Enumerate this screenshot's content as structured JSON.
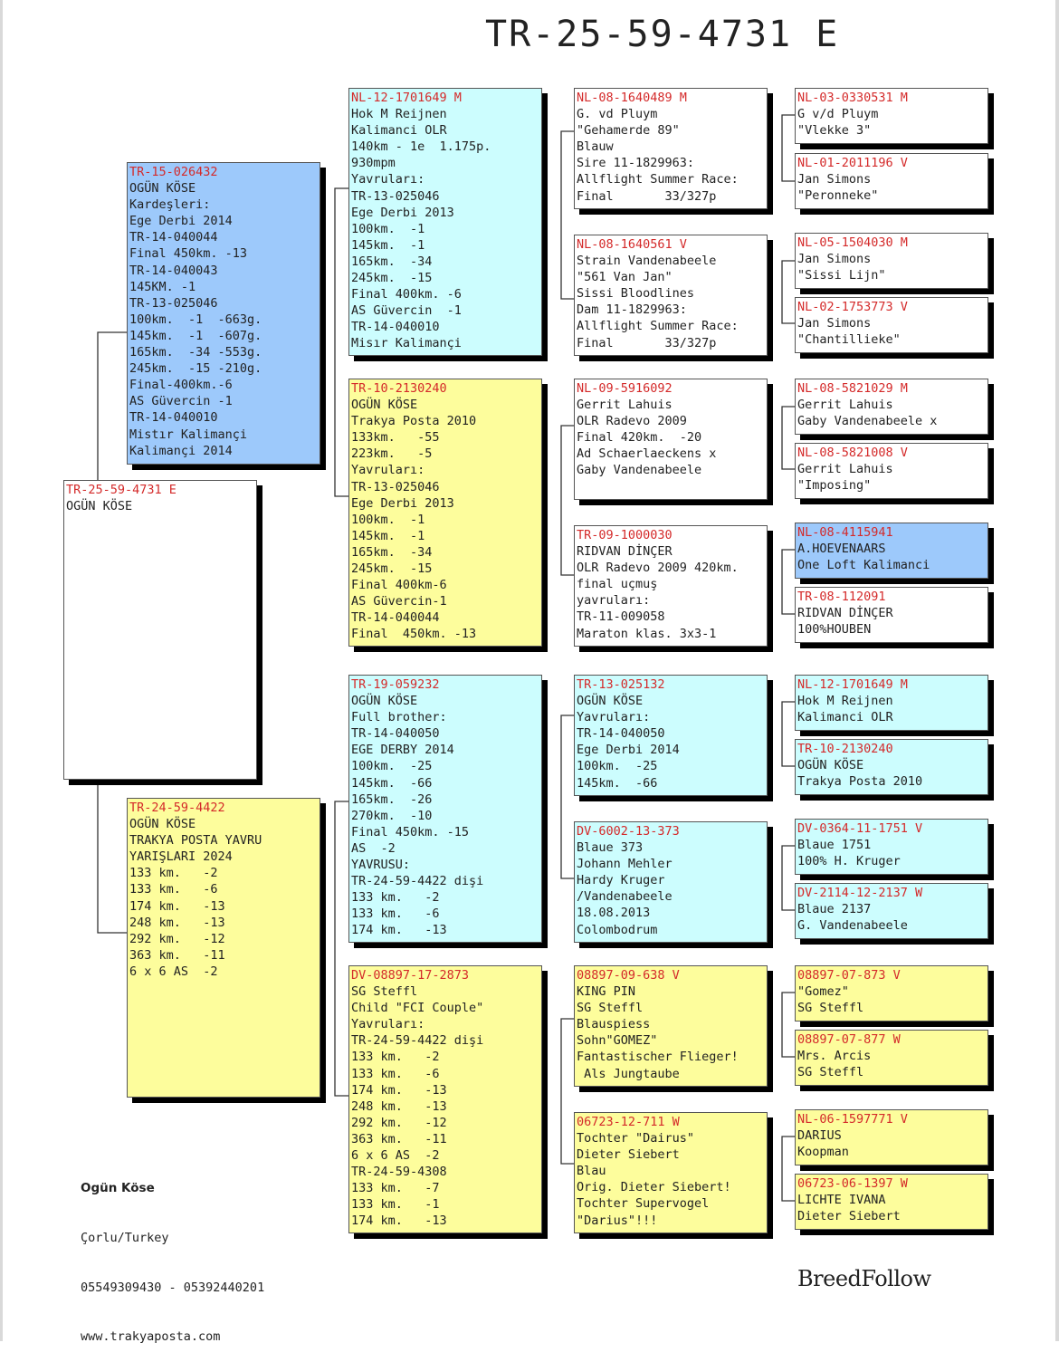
{
  "header": {
    "title": "TR-25-59-4731 E"
  },
  "subject": {
    "lines": [
      "TR-25-59-4731 E",
      "OGÜN KÖSE"
    ]
  },
  "g1": {
    "sire": {
      "lines": [
        "TR-15-026432",
        "OGÜN KÖSE",
        "Kardeşleri:",
        "Ege Derbi 2014",
        "TR-14-040044",
        "Final 450km. -13",
        "TR-14-040043",
        "145KM. -1",
        "TR-13-025046",
        "100km.  -1  -663g.",
        "145km.  -1  -607g.",
        "165km.  -34 -553g.",
        "245km.  -15 -210g.",
        "Final-400km.-6",
        "AS Güvercin -1",
        "TR-14-040010",
        "Mistır Kalimançi",
        "Kalimançi 2014"
      ]
    },
    "dam": {
      "lines": [
        "TR-24-59-4422",
        "OGÜN KÖSE",
        "TRAKYA POSTA YAVRU",
        "YARIŞLARI 2024",
        "133 km.   -2",
        "133 km.   -6",
        "174 km.   -13",
        "248 km.   -13",
        "292 km.   -12",
        "363 km.   -11",
        "6 x 6 AS  -2"
      ]
    }
  },
  "g2": {
    "ss": {
      "lines": [
        "NL-12-1701649 M",
        "Hok M Reijnen",
        "Kalimanci OLR",
        "140km - 1e  1.175p.",
        "930mpm",
        "Yavruları:",
        "TR-13-025046",
        "Ege Derbi 2013",
        "100km.  -1",
        "145km.  -1",
        "165km.  -34",
        "245km.  -15",
        "Final 400km. -6",
        "AS Güvercin  -1",
        "TR-14-040010",
        "Misır Kalimançi"
      ]
    },
    "sd": {
      "lines": [
        "TR-10-2130240",
        "OGÜN KÖSE",
        "Trakya Posta 2010",
        "133km.   -55",
        "223km.   -5",
        "Yavruları:",
        "TR-13-025046",
        "Ege Derbi 2013",
        "100km.  -1",
        "145km.  -1",
        "165km.  -34",
        "245km.  -15",
        "Final 400km-6",
        "AS Güvercin-1",
        "TR-14-040044",
        "Final  450km. -13"
      ]
    },
    "ds": {
      "lines": [
        "TR-19-059232",
        "OGÜN KÖSE",
        "Full brother:",
        "TR-14-040050",
        "EGE DERBY 2014",
        "100km.  -25",
        "145km.  -66",
        "165km.  -26",
        "270km.  -10",
        "Final 450km. -15",
        "AS  -2",
        "YAVRUSU:",
        "TR-24-59-4422 dişi",
        "133 km.   -2",
        "133 km.   -6",
        "174 km.   -13"
      ]
    },
    "dd": {
      "lines": [
        "DV-08897-17-2873",
        "SG Steffl",
        "Child \"FCI Couple\"",
        "Yavruları:",
        "TR-24-59-4422 dişi",
        "133 km.   -2",
        "133 km.   -6",
        "174 km.   -13",
        "248 km.   -13",
        "292 km.   -12",
        "363 km.   -11",
        "6 x 6 AS  -2",
        "TR-24-59-4308",
        "133 km.   -7",
        "133 km.   -1",
        "174 km.   -13"
      ]
    }
  },
  "g3": {
    "sss": {
      "lines": [
        "NL-08-1640489 M",
        "G. vd Pluym",
        "\"Gehamerde 89\"",
        "Blauw",
        "Sire 11-1829963:",
        "Allflight Summer Race:",
        "Final       33/327p"
      ]
    },
    "ssd": {
      "lines": [
        "NL-08-1640561 V",
        "Strain Vandenabeele",
        "\"561 Van Jan\"",
        "Sissi Bloodlines",
        "Dam 11-1829963:",
        "Allflight Summer Race:",
        "Final       33/327p"
      ]
    },
    "sds": {
      "lines": [
        "NL-09-5916092",
        "Gerrit Lahuis",
        "OLR Radevo 2009",
        "Final 420km.  -20",
        "Ad Schaerlaeckens x",
        "Gaby Vandenabeele"
      ]
    },
    "sdd": {
      "lines": [
        "TR-09-1000030",
        "RIDVAN DİNÇER",
        "OLR Radevo 2009 420km.",
        "final uçmuş",
        "yavruları:",
        "TR-11-009058",
        "Maraton klas. 3x3-1"
      ]
    },
    "dss": {
      "lines": [
        "TR-13-025132",
        "OGÜN KÖSE",
        "Yavruları:",
        "TR-14-040050",
        "Ege Derbi 2014",
        "100km.  -25",
        "145km.  -66"
      ]
    },
    "dsd": {
      "lines": [
        "DV-6002-13-373",
        "Blaue 373",
        "Johann Mehler",
        "Hardy Kruger",
        "/Vandenabeele",
        "18.08.2013",
        "Colombodrum"
      ]
    },
    "dds": {
      "lines": [
        "08897-09-638 V",
        "KING PIN",
        "SG Steffl",
        "Blauspiess",
        "Sohn\"GOMEZ\"",
        "Fantastischer Flieger!",
        " Als Jungtaube"
      ]
    },
    "ddd": {
      "lines": [
        "06723-12-711 W",
        "Tochter \"Dairus\"",
        "Dieter Siebert",
        "Blau",
        "Orig. Dieter Siebert!",
        "Tochter Supervogel",
        "\"Darius\"!!!"
      ]
    }
  },
  "g4": [
    {
      "lines": [
        "NL-03-0330531 M",
        "G v/d Pluym",
        "\"Vlekke 3\""
      ]
    },
    {
      "lines": [
        "NL-01-2011196 V",
        "Jan Simons",
        "\"Peronneke\""
      ]
    },
    {
      "lines": [
        "NL-05-1504030 M",
        "Jan Simons",
        "\"Sissi Lijn\""
      ]
    },
    {
      "lines": [
        "NL-02-1753773 V",
        "Jan Simons",
        "\"Chantillieke\""
      ]
    },
    {
      "lines": [
        "NL-08-5821029 M",
        "Gerrit Lahuis",
        "Gaby Vandenabeele x"
      ]
    },
    {
      "lines": [
        "NL-08-5821008 V",
        "Gerrit Lahuis",
        "\"Imposing\""
      ]
    },
    {
      "lines": [
        "NL-08-4115941",
        "A.HOEVENAARS",
        "One Loft Kalimanci"
      ]
    },
    {
      "lines": [
        "TR-08-112091",
        "RIDVAN DİNÇER",
        "100%HOUBEN"
      ]
    },
    {
      "lines": [
        "NL-12-1701649 M",
        "Hok M Reijnen",
        "Kalimanci OLR"
      ]
    },
    {
      "lines": [
        "TR-10-2130240",
        "OGÜN KÖSE",
        "Trakya Posta 2010"
      ]
    },
    {
      "lines": [
        "DV-0364-11-1751 V",
        "Blaue 1751",
        "100% H. Kruger"
      ]
    },
    {
      "lines": [
        "DV-2114-12-2137 W",
        "Blaue 2137",
        "G. Vandenabeele"
      ]
    },
    {
      "lines": [
        "08897-07-873 V",
        "\"Gomez\"",
        "SG Steffl"
      ]
    },
    {
      "lines": [
        "08897-07-877 W",
        "Mrs. Arcis",
        "SG Steffl"
      ]
    },
    {
      "lines": [
        "NL-06-1597771 V",
        "DARIUS",
        "Koopman"
      ]
    },
    {
      "lines": [
        "06723-06-1397 W",
        "LICHTE IVANA",
        "Dieter Siebert"
      ]
    }
  ],
  "footer": {
    "name": "Ogün Köse",
    "city": "Çorlu/Turkey",
    "phone": "05549309430 - 05392440201",
    "web": "www.trakyaposta.com"
  },
  "brand": "BreedFollow"
}
